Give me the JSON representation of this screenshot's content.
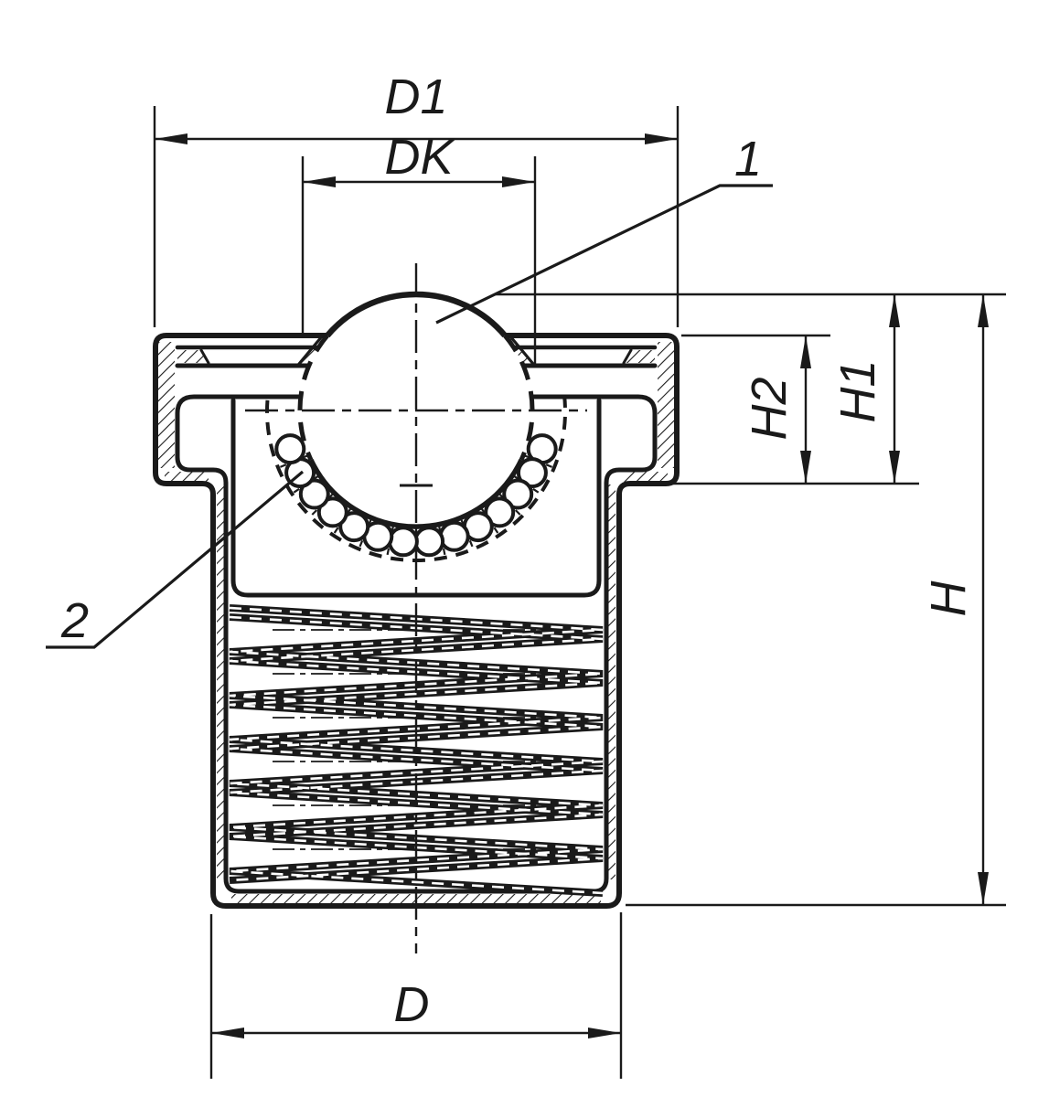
{
  "drawing": {
    "background": "#ffffff",
    "line_color": "#1a1a1a",
    "dimension_labels": {
      "flange_diameter": "D1",
      "ball_diameter": "DK",
      "body_diameter": "D",
      "total_height": "H",
      "height_above_mount": "H1",
      "flange_height": "H2"
    },
    "part_labels": {
      "ball": "1",
      "ball_bearing_ring": "2"
    }
  }
}
